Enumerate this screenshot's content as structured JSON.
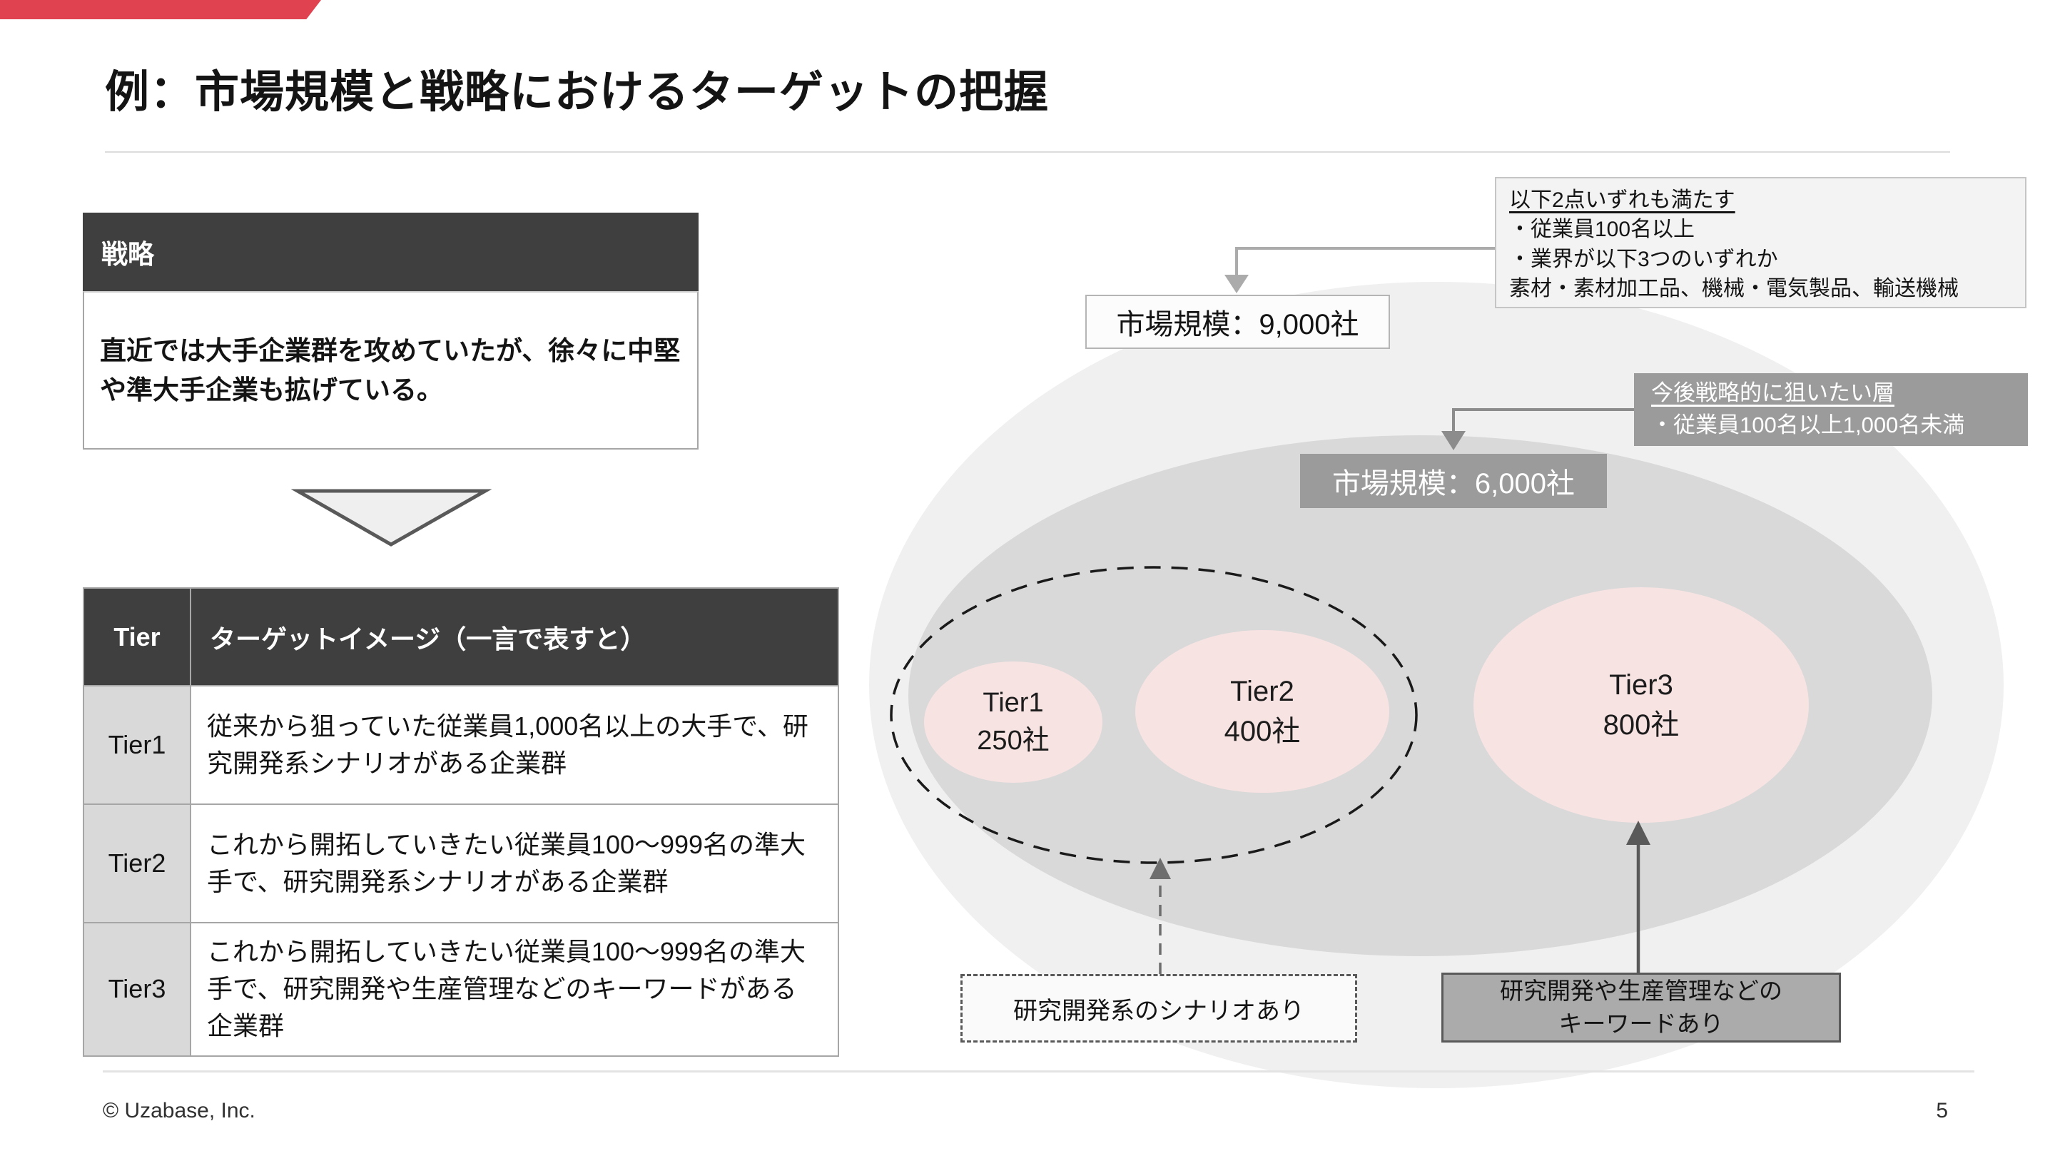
{
  "slide": {
    "title": "例：市場規模と戦略におけるターゲットの把握",
    "footer": {
      "copyright": "© Uzabase, Inc.",
      "page_number": "5"
    }
  },
  "strategy": {
    "header": "戦略",
    "body": "直近では大手企業群を攻めていたが、徐々に中堅や準大手企業も拡げている。"
  },
  "tier_table": {
    "columns": [
      "Tier",
      "ターゲットイメージ（一言で表すと）"
    ],
    "rows": [
      {
        "tier": "Tier1",
        "description": "従来から狙っていた従業員1,000名以上の大手で、研究開発系シナリオがある企業群"
      },
      {
        "tier": "Tier2",
        "description": "これから開拓していきたい従業員100〜999名の準大手で、研究開発系シナリオがある企業群"
      },
      {
        "tier": "Tier3",
        "description": "これから開拓していきたい従業員100〜999名の準大手で、研究開発や生産管理などのキーワードがある企業群"
      }
    ]
  },
  "diagram": {
    "market_total_label": "市場規模：9,000社",
    "market_strategic_label": "市場規模：6,000社",
    "criteria_note": {
      "heading": "以下2点いずれも満たす",
      "line1": "・従業員100名以上",
      "line2": "・業界が以下3つのいずれか",
      "line3": "素材・素材加工品、機械・電気製品、輸送機械"
    },
    "strategic_note": {
      "heading": "今後戦略的に狙いたい層",
      "line1": "・従業員100名以上1,000名未満"
    },
    "tiers": [
      {
        "label": "Tier1",
        "count": "250社"
      },
      {
        "label": "Tier2",
        "count": "400社"
      },
      {
        "label": "Tier3",
        "count": "800社"
      }
    ],
    "scenario_note": "研究開発系のシナリオあり",
    "keyword_note": {
      "line1": "研究開発や生産管理などの",
      "line2": "キーワードあり"
    }
  },
  "colors": {
    "accent_red": "#E04250",
    "dark_header_gray": "#3F3F3F",
    "tier_pink": "#F8E3E3",
    "mid_gray_box": "#9B9B9B",
    "outer_ellipse_gray": "#F0F0F0",
    "inner_ellipse_gray": "#D9D9D9"
  }
}
